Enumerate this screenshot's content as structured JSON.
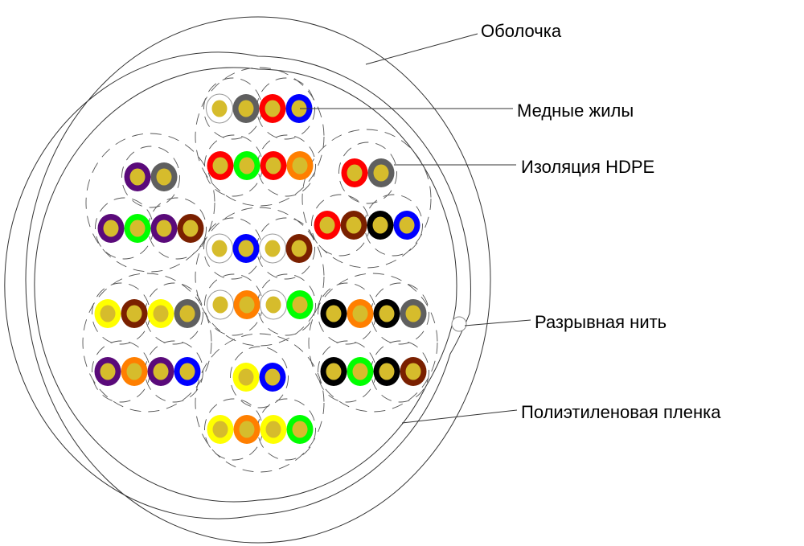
{
  "labels": {
    "sheath": "Оболочка",
    "copper": "Медные жилы",
    "insulation": "Изоляция HDPE",
    "ripcord": "Разрывная нить",
    "film": "Полиэтиленовая пленка"
  },
  "colors": {
    "core": "#d6bc2c",
    "white": "#ffffff",
    "gray": "#5f5f5f",
    "red": "#ff0000",
    "blue": "#0000ff",
    "green": "#00ff00",
    "orange": "#ff7f00",
    "purple": "#5a0a7a",
    "brown": "#7a2000",
    "black": "#000000",
    "yellow": "#ffff00"
  },
  "groups": [
    {
      "name": "top",
      "rows": [
        [
          "white",
          "gray",
          "red",
          "blue"
        ],
        [
          "red",
          "green",
          "red",
          "orange"
        ]
      ]
    },
    {
      "name": "upper-left",
      "rows": [
        [
          "purple",
          "gray"
        ],
        [
          "purple",
          "green",
          "purple",
          "brown"
        ]
      ]
    },
    {
      "name": "upper-right",
      "rows": [
        [
          "red",
          "gray"
        ],
        [
          "red",
          "brown",
          "black",
          "blue"
        ]
      ]
    },
    {
      "name": "center",
      "rows": [
        [
          "white",
          "blue",
          "white",
          "brown"
        ],
        [
          "white",
          "orange",
          "white",
          "green"
        ]
      ]
    },
    {
      "name": "lower-left",
      "rows": [
        [
          "yellow",
          "brown",
          "yellow",
          "gray"
        ],
        [
          "purple",
          "orange",
          "purple",
          "blue"
        ]
      ]
    },
    {
      "name": "lower-right",
      "rows": [
        [
          "black",
          "orange",
          "black",
          "gray"
        ],
        [
          "black",
          "green",
          "black",
          "brown"
        ]
      ]
    },
    {
      "name": "bottom",
      "rows": [
        [
          "yellow",
          "blue"
        ],
        [
          "yellow",
          "orange",
          "yellow",
          "green"
        ]
      ]
    }
  ]
}
